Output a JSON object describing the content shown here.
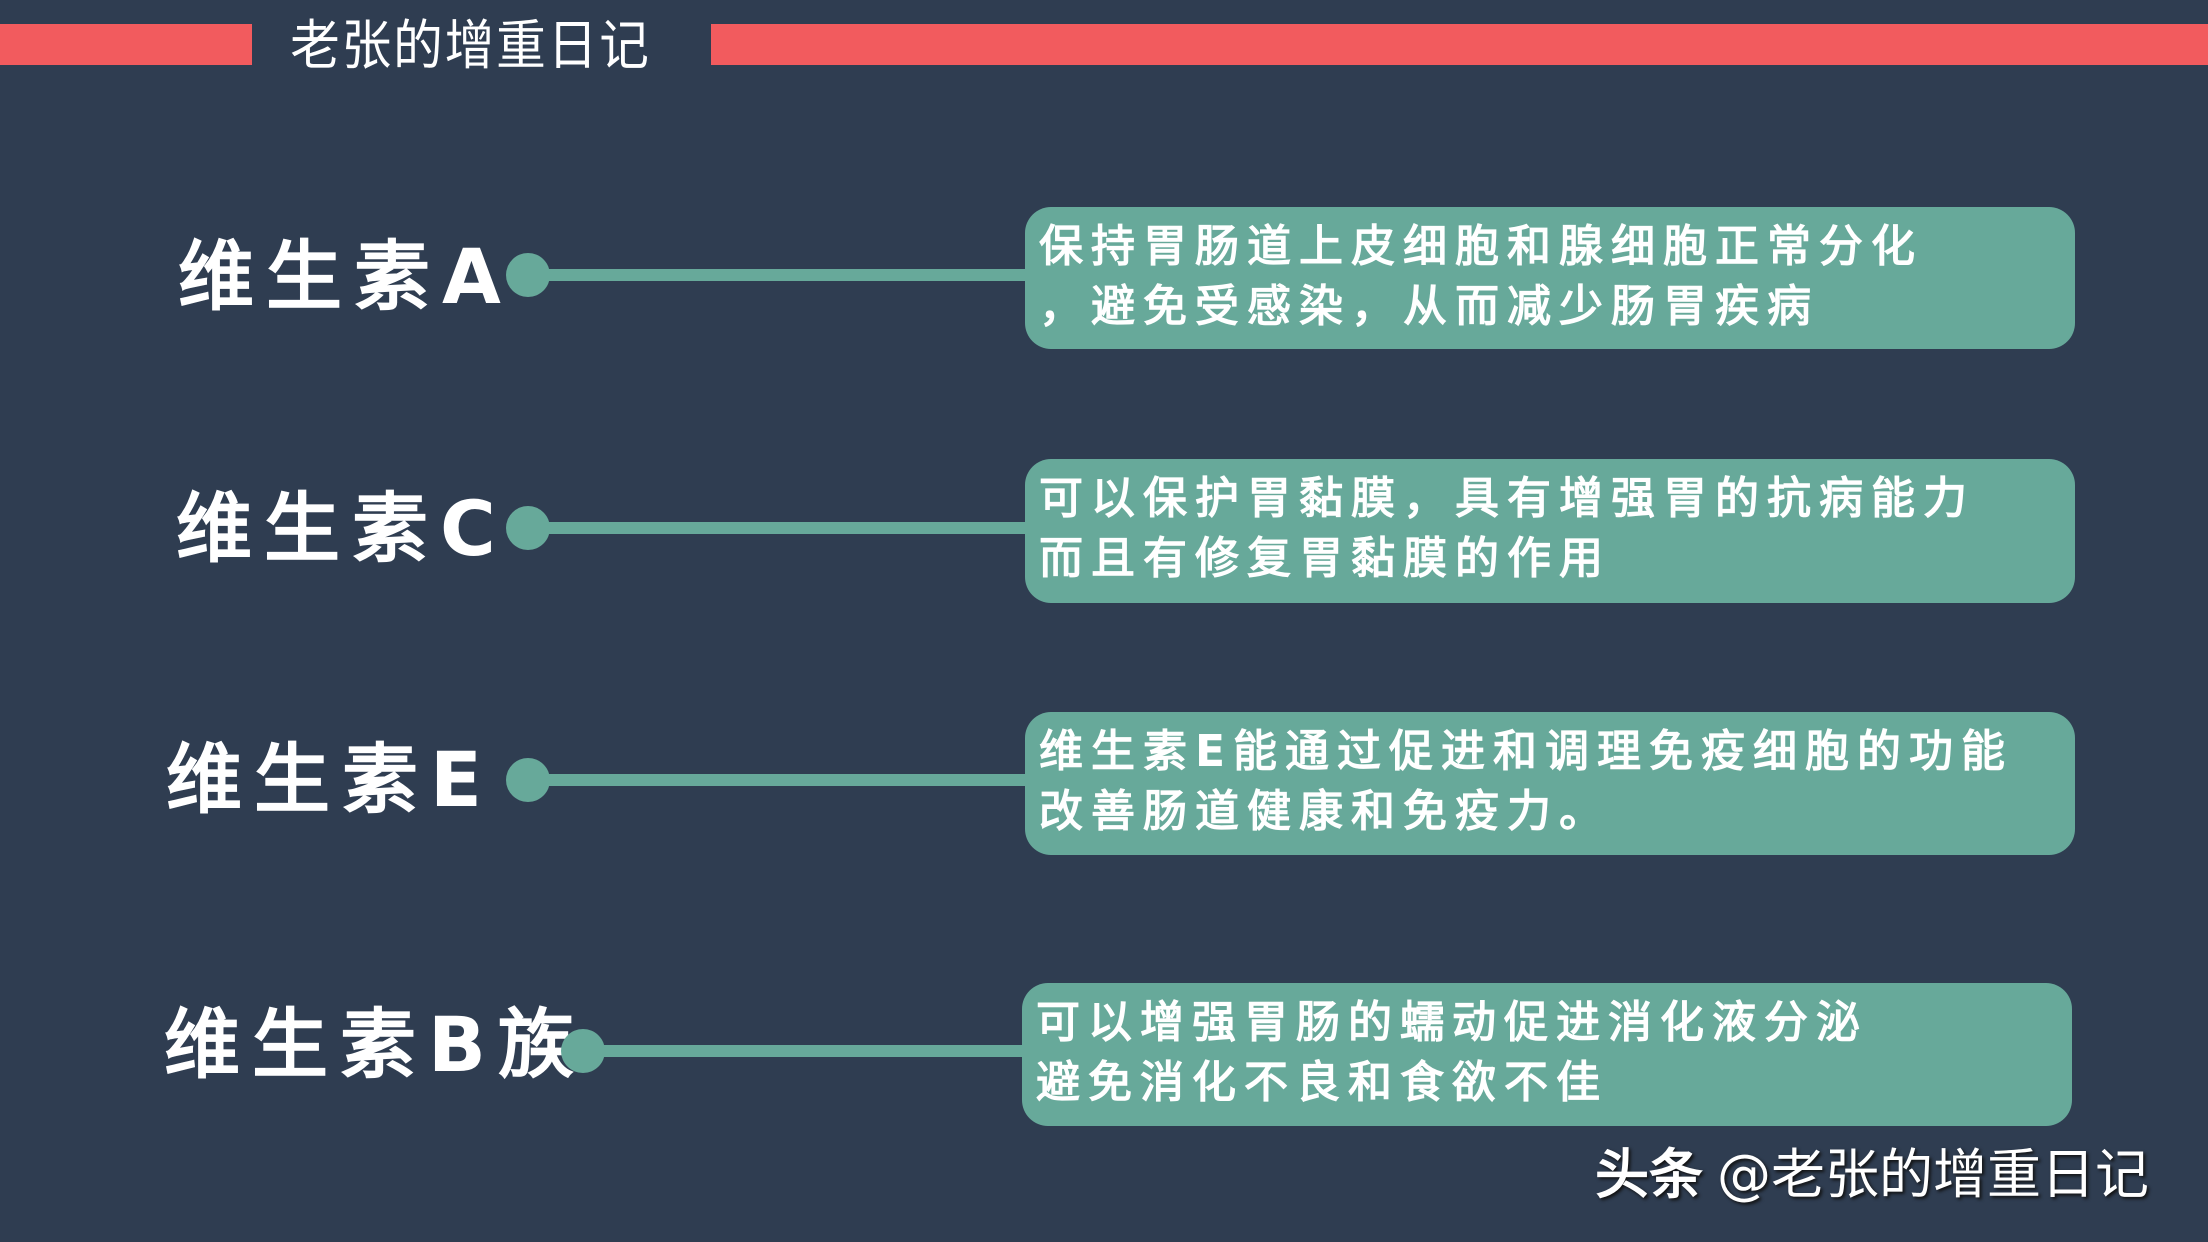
{
  "header": {
    "title": "老张的增重日记",
    "accent_color": "#f25b5e"
  },
  "theme": {
    "background": "#2f3d51",
    "teal": "#67a99a",
    "text": "#ffffff"
  },
  "items": [
    {
      "label": "维生素A",
      "lines": [
        "保持胃肠道上皮细胞和腺细胞正常分化",
        "，避免受感染，从而减少肠胃疾病"
      ]
    },
    {
      "label": "维生素C",
      "lines": [
        "可以保护胃黏膜，具有增强胃的抗病能力",
        "而且有修复胃黏膜的作用"
      ]
    },
    {
      "label": "维生素E",
      "lines": [
        "维生素E能通过促进和调理免疫细胞的功能",
        "改善肠道健康和免疫力。"
      ]
    },
    {
      "label": "维生素B族",
      "lines": [
        "可以增强胃肠的蠕动促进消化液分泌",
        "避免消化不良和食欲不佳"
      ]
    }
  ],
  "watermark": {
    "brand": "头条",
    "handle": "@老张的增重日记"
  }
}
